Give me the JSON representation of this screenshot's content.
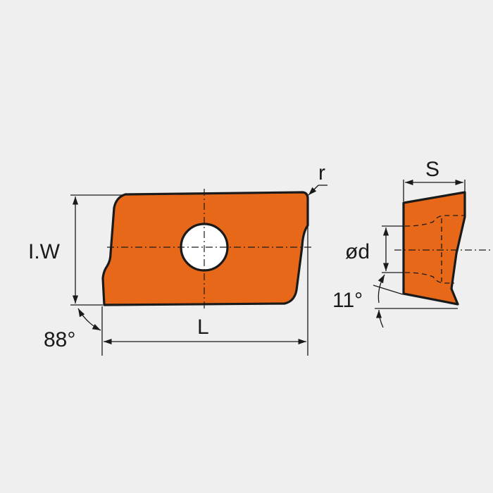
{
  "colors": {
    "insert_fill": "#e8681a",
    "outline": "#1a1a1a",
    "background": "#efefef"
  },
  "labels": {
    "corner_radius": "r",
    "width": "I.W",
    "length": "L",
    "angle_corner": "88°",
    "thickness": "S",
    "hole_diameter": "ød",
    "clearance_angle": "11°"
  }
}
